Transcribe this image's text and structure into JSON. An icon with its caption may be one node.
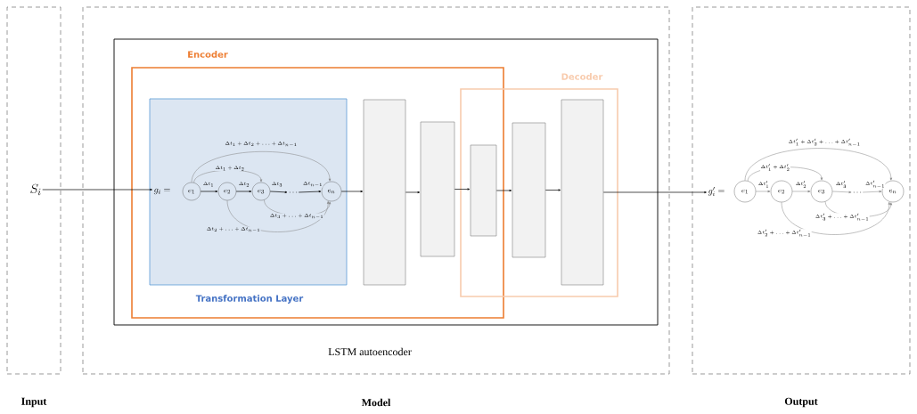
{
  "diagram": {
    "nodes": [
      {
        "text": [
          "Input"
        ]
      },
      {
        "text": [
          "Model"
        ]
      },
      {
        "text": [
          "Output"
        ]
      },
      {
        "text": [
          "LSTM autoencoder"
        ],
        "in": 1
      },
      {
        "text": [
          "Encoder"
        ],
        "in": 3
      },
      {
        "text": [
          "Decoder"
        ],
        "in": 3
      },
      {
        "text": [
          "Transformation Layer"
        ],
        "in": 4
      },
      {
        "text": [
          "S_i"
        ],
        "in": 0
      },
      {
        "text": [
          "g_i ="
        ],
        "in": 6
      },
      {
        "text": [
          "e_1"
        ],
        "in": 6
      },
      {
        "text": [
          "e_2"
        ],
        "in": 6
      },
      {
        "text": [
          "e_3"
        ],
        "in": 6
      },
      {
        "text": [
          "\\ldots"
        ],
        "in": 6
      },
      {
        "text": [
          "e_n"
        ],
        "in": 6
      },
      {
        "text": [],
        "shape": "bar",
        "in": 4
      },
      {
        "text": [],
        "shape": "bar",
        "in": 4
      },
      {
        "text": [],
        "shape": "bar"
      },
      {
        "text": [],
        "shape": "bar",
        "in": 5
      },
      {
        "text": [],
        "shape": "bar",
        "in": 5
      },
      {
        "text": [
          "g'_i ="
        ],
        "in": 2
      },
      {
        "text": [
          "e_1"
        ],
        "in": 2
      },
      {
        "text": [
          "e_2"
        ],
        "in": 2
      },
      {
        "text": [
          "e_3"
        ],
        "in": 2
      },
      {
        "text": [
          "\\ldots"
        ],
        "in": 2
      },
      {
        "text": [
          "e_n"
        ],
        "in": 2
      }
    ],
    "edges": [
      {
        "from": 7,
        "to": 8,
        "arrow": "to",
        "color": "#000000"
      },
      {
        "from": 9,
        "to": 10,
        "arrow": "to",
        "label": "\\Delta t_1",
        "color": "#000000"
      },
      {
        "from": 10,
        "to": 11,
        "arrow": "to",
        "label": "\\Delta t_2",
        "color": "#000000"
      },
      {
        "from": 11,
        "to": 12,
        "arrow": "to",
        "label": "\\Delta t_3",
        "color": "#000000"
      },
      {
        "from": 12,
        "to": 13,
        "arrow": "to",
        "label": "\\Delta t_{n-1}",
        "color": "#000000"
      },
      {
        "from": 9,
        "to": 11,
        "arrow": "to",
        "label": "\\Delta t_1 + \\Delta t_2"
      },
      {
        "from": 9,
        "to": 13,
        "arrow": "to",
        "label": "\\Delta t_1 + \\Delta t_2 + \\ldots + \\Delta t_{n-1}"
      },
      {
        "from": 11,
        "to": 13,
        "arrow": "to",
        "label": "\\Delta t_3 + \\ldots + \\Delta t_{n-1}"
      },
      {
        "from": 10,
        "to": 13,
        "arrow": "to",
        "label": "\\Delta t_2 + \\ldots + \\Delta t_{n-1}"
      },
      {
        "from": 13,
        "to": 14,
        "arrow": "to",
        "color": "#000000"
      },
      {
        "from": 14,
        "to": 15,
        "arrow": "to",
        "color": "#000000"
      },
      {
        "from": 15,
        "to": 16,
        "arrow": "to",
        "color": "#000000"
      },
      {
        "from": 16,
        "to": 17,
        "arrow": "to",
        "color": "#000000"
      },
      {
        "from": 17,
        "to": 18,
        "arrow": "to",
        "color": "#000000"
      },
      {
        "from": 18,
        "to": 19,
        "arrow": "to",
        "color": "#000000"
      },
      {
        "from": 20,
        "to": 21,
        "arrow": "to",
        "label": "\\Delta t'_1"
      },
      {
        "from": 21,
        "to": 22,
        "arrow": "to",
        "label": "\\Delta t'_2"
      },
      {
        "from": 22,
        "to": 23,
        "arrow": "to",
        "label": "\\Delta t'_3"
      },
      {
        "from": 23,
        "to": 24,
        "arrow": "to",
        "label": "\\Delta t'_{n-1}"
      },
      {
        "from": 20,
        "to": 22,
        "arrow": "to",
        "label": "\\Delta t'_1 + \\Delta t'_2"
      },
      {
        "from": 20,
        "to": 24,
        "arrow": "to",
        "label": "\\Delta t'_1 + \\Delta t'_2 + \\ldots + \\Delta t'_{n-1}"
      },
      {
        "from": 22,
        "to": 24,
        "arrow": "to",
        "label": "\\Delta t'_3 + \\ldots + \\Delta t'_{n-1}"
      },
      {
        "from": 21,
        "to": 24,
        "arrow": "to",
        "label": "\\Delta t'_2 + \\ldots + \\Delta t'_{n-1}"
      }
    ]
  }
}
